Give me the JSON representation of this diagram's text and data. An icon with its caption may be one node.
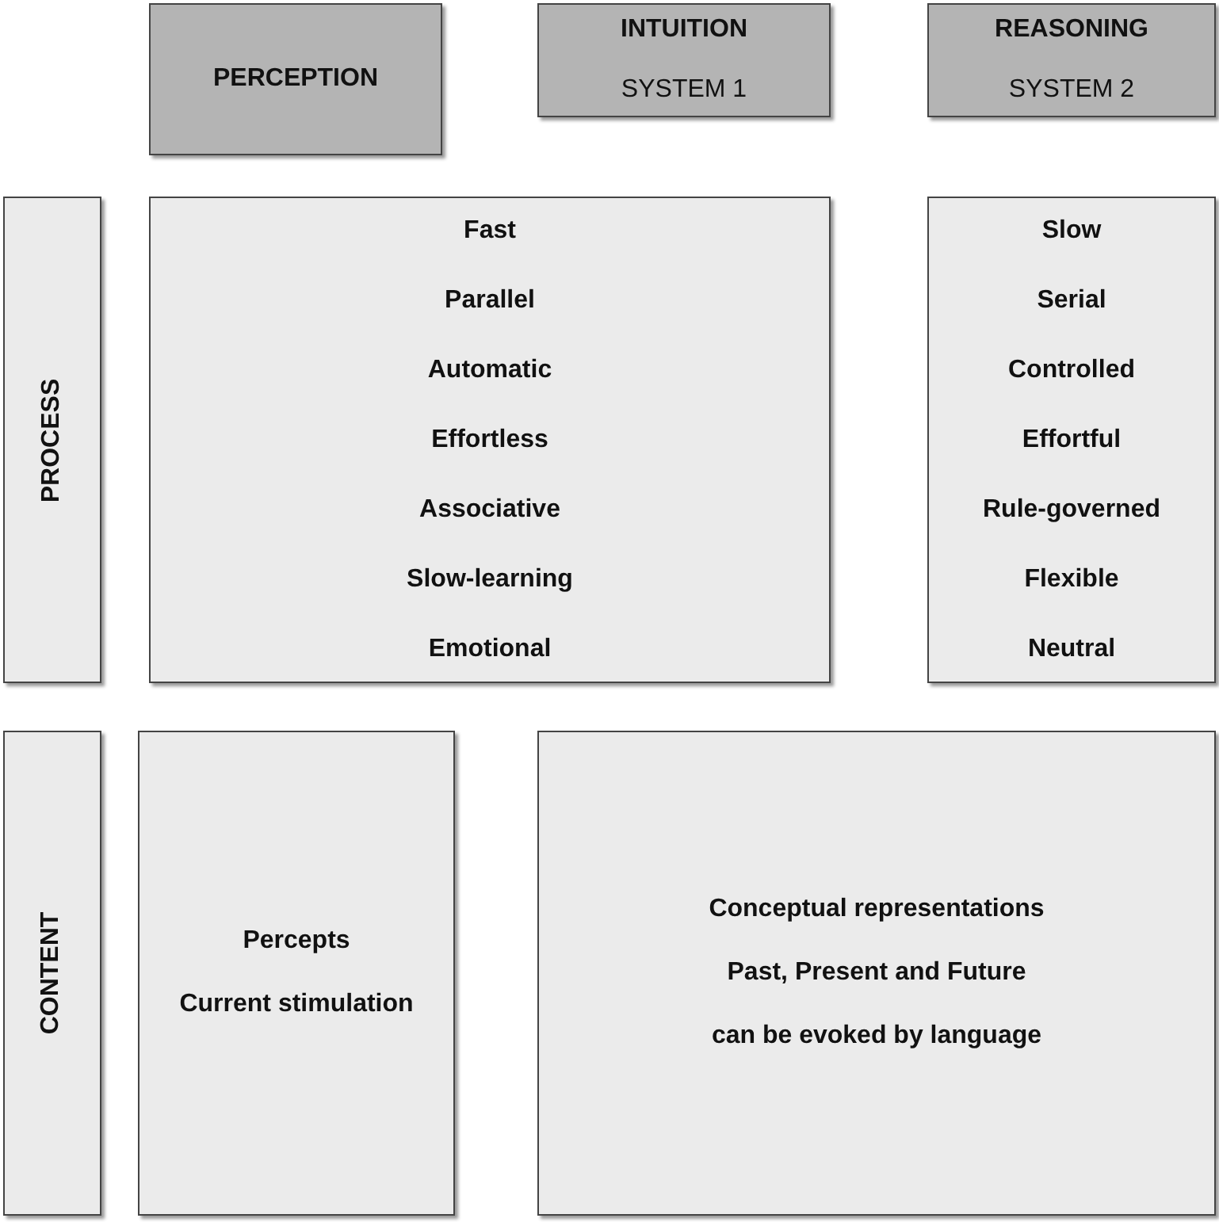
{
  "diagram": {
    "nodes": [
      {
        "text": [
          "PERCEPTION"
        ]
      },
      {
        "text": [
          "INTUITION",
          "SYSTEM 1"
        ]
      },
      {
        "text": [
          "REASONING",
          "SYSTEM 2"
        ]
      },
      {
        "text": [
          "PROCESS"
        ]
      },
      {
        "text": [
          "Fast",
          "Parallel",
          "Automatic",
          "Effortless",
          "Associative",
          "Slow-learning",
          "Emotional"
        ]
      },
      {
        "text": [
          "Slow",
          "Serial",
          "Controlled",
          "Effortful",
          "Rule-governed",
          "Flexible",
          "Neutral"
        ]
      },
      {
        "text": [
          "CONTENT"
        ]
      },
      {
        "text": [
          "Percepts",
          "Current stimulation"
        ]
      },
      {
        "text": [
          "Conceptual representations",
          "Past, Present and Future",
          "can be evoked by language"
        ]
      }
    ]
  }
}
